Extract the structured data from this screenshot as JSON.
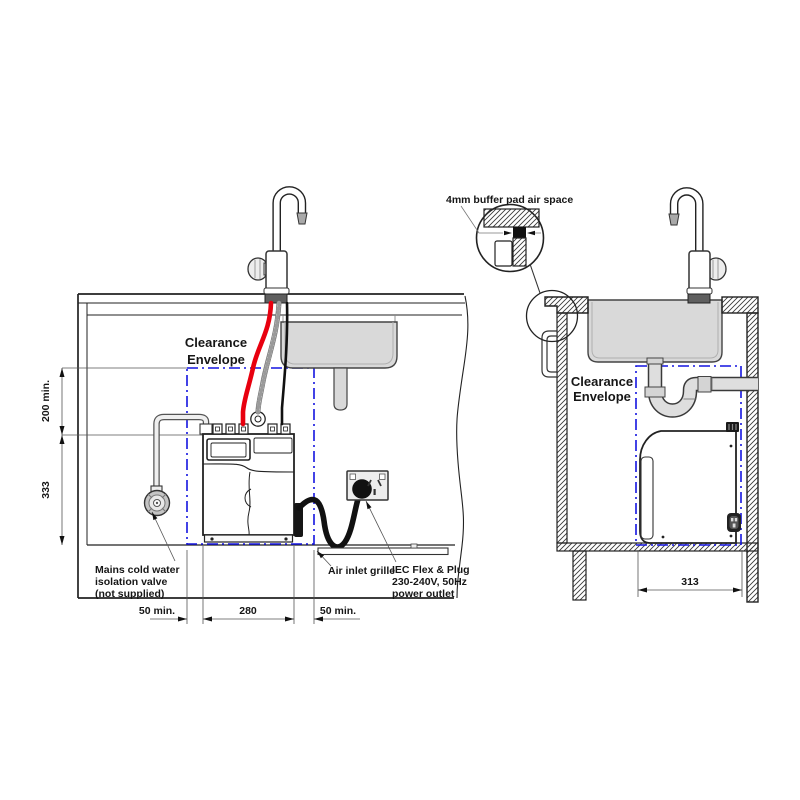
{
  "labels": {
    "clearance_envelope": {
      "line1": "Clearance",
      "line2": "Envelope"
    },
    "buffer_pad": "4mm buffer pad air space",
    "mains_valve": {
      "line1": "Mains cold water",
      "line2": "isolation valve",
      "line3": "(not supplied)"
    },
    "air_inlet": "Air inlet grille",
    "iec": {
      "line1": "IEC Flex & Plug",
      "line2": "230-240V, 50Hz",
      "line3": "power outlet"
    }
  },
  "dimensions": {
    "clearance_above": "200 min.",
    "unit_height": "333",
    "side_left": "50 min.",
    "unit_width": "280",
    "side_right": "50 min.",
    "unit_depth": "313"
  },
  "colors": {
    "envelope_blue": "#1414e0",
    "hot_water_red": "#e8000f",
    "line_black": "#1c1c1c",
    "metal_gray": "#d9d9d9"
  }
}
